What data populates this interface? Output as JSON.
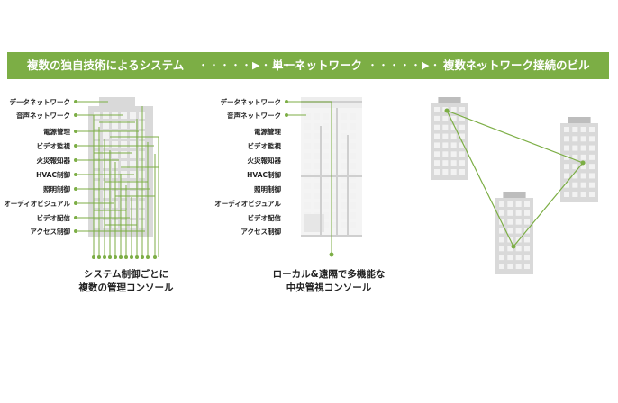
{
  "banner": {
    "step1": "複数の独自技術によるシステム",
    "step2": "単一ネットワーク",
    "step3": "複数ネットワーク接続のビル",
    "arrow": "・・・・・▶・・・・・"
  },
  "left_panel": {
    "labels": [
      "データネットワーク",
      "音声ネットワーク",
      "電源管理",
      "ビデオ監視",
      "火災報知器",
      "HVAC制御",
      "照明制御",
      "オーディオビジュアル",
      "ビデオ配信",
      "アクセス制御"
    ],
    "caption_line1": "システム制御ごとに",
    "caption_line2": "複数の管理コンソール"
  },
  "middle_panel": {
    "labels": [
      "データネットワーク",
      "音声ネットワーク",
      "電源管理",
      "ビデオ監視",
      "火災報知器",
      "HVAC制御",
      "照明制御",
      "オーディオビジュアル",
      "ビデオ配信",
      "アクセス制御"
    ],
    "caption_line1": "ローカル&遠隔で多機能な",
    "caption_line2": "中央管視コンソール"
  },
  "colors": {
    "accent": "#7cae45",
    "building": "#d9d9d9",
    "building_dark": "#bdbdbd",
    "window": "#f2f2f2"
  }
}
